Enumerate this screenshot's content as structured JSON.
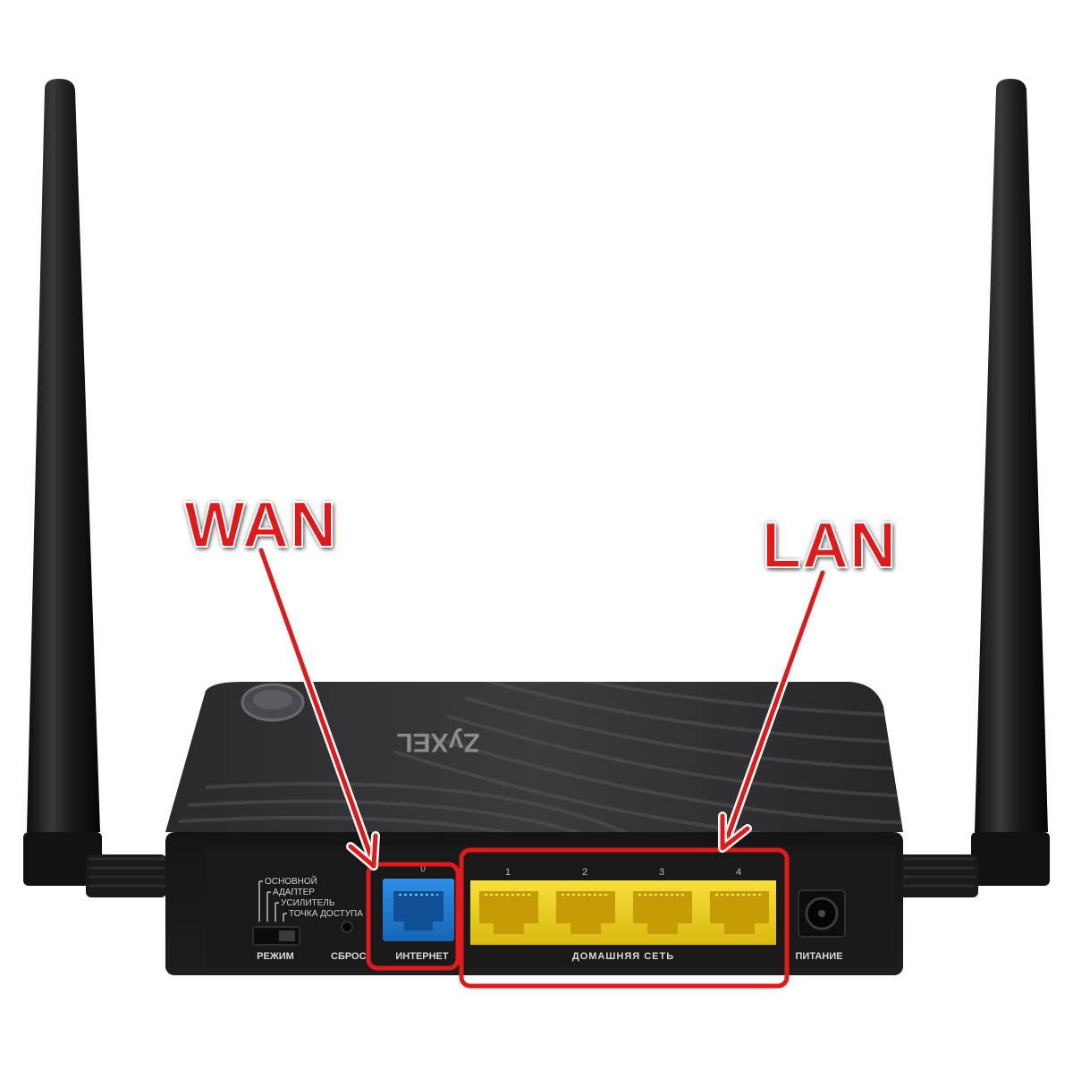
{
  "callouts": {
    "wan": "WAN",
    "lan": "LAN"
  },
  "router": {
    "brand": "ZyXEL",
    "mode_options": [
      "ОСНОВНОЙ",
      "АДАПТЕР",
      "УСИЛИТЕЛЬ",
      "ТОЧКА ДОСТУПА"
    ],
    "mode_label": "РЕЖИМ",
    "reset_label": "СБРОС",
    "wan_port_number": "0",
    "wan_port_label": "ИНТЕРНЕТ",
    "lan_port_numbers": [
      "1",
      "2",
      "3",
      "4"
    ],
    "lan_group_label": "ДОМАШНЯЯ СЕТЬ",
    "power_label": "ПИТАНИЕ"
  },
  "colors": {
    "highlight": "#e01a1a",
    "wan_port": "#1f7fd6",
    "lan_port": "#f2d21c",
    "router_body": "#1e1e20"
  }
}
